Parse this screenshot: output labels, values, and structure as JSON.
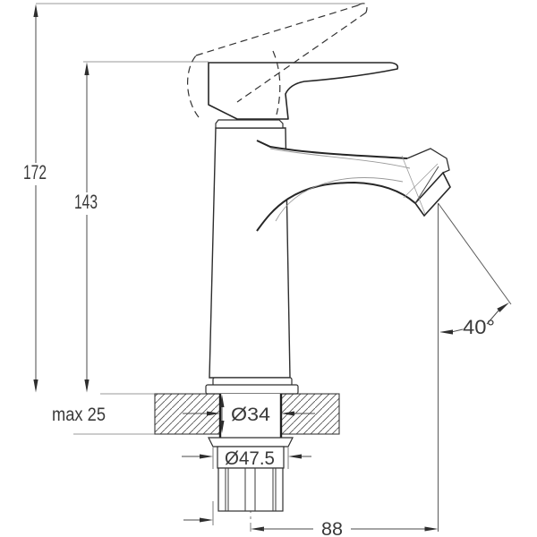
{
  "drawing": {
    "labels": {
      "total_height": "172",
      "body_height": "143",
      "deck_thickness": "max 25",
      "hole_diameter": "Ø34",
      "base_diameter": "Ø47.5",
      "spout_reach": "88",
      "stream_angle": "40°"
    },
    "colors": {
      "outline": "#2e2e2e",
      "dimension_line": "#4a4a4a",
      "extension_line": "#9a9a9a",
      "text": "#3a3a3a",
      "background": "#ffffff",
      "hatch": "#555555"
    }
  }
}
